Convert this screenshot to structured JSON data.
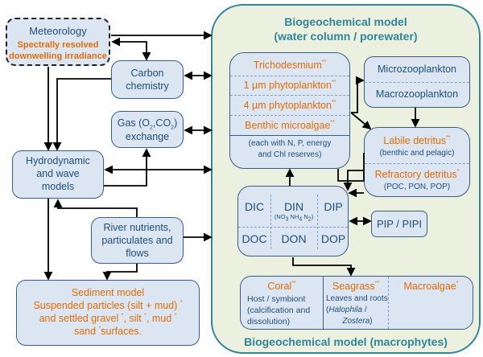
{
  "meteorology": {
    "title": "Meteorology",
    "subtitle_line1": "Spectrally resolved",
    "subtitle_line2": "downwelling irradiance"
  },
  "carbon": {
    "line1": "Carbon",
    "line2": "chemistry"
  },
  "gas": {
    "line1_pre": "Gas (O",
    "sub1": "2",
    "mid": ",CO",
    "sub2": "2",
    "line1_post": ")",
    "line2": "exchange"
  },
  "hydro": {
    "line1": "Hydrodynamic",
    "line2": "and wave",
    "line3": "models"
  },
  "river": {
    "line1": "River nutrients,",
    "line2": "particulates and",
    "line3": "flows"
  },
  "sediment": {
    "title": "Sediment model",
    "line1": "Suspended particles (silt + mud)",
    "line2": "and settled gravel",
    "line2b": ", silt",
    "line2c": ", mud",
    "line3": "sand",
    "line3b": "surfaces.",
    "star": "*"
  },
  "bgc": {
    "title_line1": "Biogeochemical model",
    "title_line2": "(water column / porewater)",
    "bottom_title": "Biogeochemical model (macrophytes)",
    "phyto": {
      "items": [
        {
          "label": "Trichodesmium",
          "mark": "**"
        },
        {
          "label": "1 µm phytoplankton",
          "mark": "**"
        },
        {
          "label": "4 µm phytoplankton",
          "mark": "**"
        },
        {
          "label": "Benthic microalgae",
          "mark": "**"
        }
      ],
      "note_line1": "(each with N, P, energy",
      "note_line2": "and Chl reserves)"
    },
    "zoo": {
      "micro": "Microzooplankton",
      "macro": "Macrozooplankton"
    },
    "detritus": {
      "labile": "Labile detritus",
      "labile_mark": "**",
      "labile_note": "(benthic and pelagic)",
      "refractory": "Refractory detritus",
      "refractory_mark": "*",
      "refractory_note": "(POC, PON, POP)"
    },
    "nutrients": {
      "dic": "DIC",
      "din": "DIN",
      "din_note_pre": "(NO",
      "din_sub1": "3",
      "din_mid1": " NH",
      "din_sub2": "4",
      "din_mid2": " N",
      "din_sub3": "2",
      "din_note_post": ")",
      "dip": "DIP",
      "doc": "DOC",
      "don": "DON",
      "dop": "DOP"
    },
    "pip": "PIP / PIPI",
    "macrophytes": {
      "coral": "Coral",
      "coral_mark": "**",
      "coral_l1": "Host / symbiont",
      "coral_l2": "(calcification and",
      "coral_l3": "dissolution)",
      "seagrass": "Seagrass",
      "seagrass_mark": "**",
      "seagrass_l1": "Leaves and roots",
      "seagrass_l2": "Halophila",
      "seagrass_l2_pre": "(",
      "seagrass_l2_post": "  /",
      "seagrass_l3": "Zostera",
      "seagrass_l3_post": ")",
      "macroalgae": "Macroalgae",
      "macroalgae_mark": "*"
    }
  },
  "colors": {
    "box_fill": "#dce6f2",
    "box_border": "#385d8a",
    "text_blue": "#1f4e79",
    "accent_orange": "#e36c09",
    "bgc_fill": "#ebf1de",
    "bgc_border": "#31849b"
  }
}
